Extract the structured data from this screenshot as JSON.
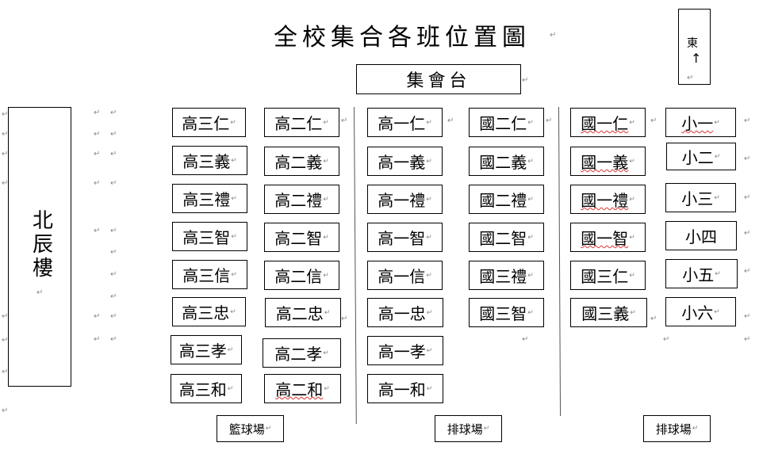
{
  "title": "全校集合各班位置圖",
  "compass": {
    "label": "東",
    "arrow": "↑"
  },
  "stage": "集會台",
  "building": [
    "北",
    "辰",
    "樓"
  ],
  "classes": {
    "gao3": [
      "高三仁",
      "高三義",
      "高三禮",
      "高三智",
      "高三信",
      "高三忠",
      "高三孝",
      "高三和"
    ],
    "gao2": [
      "高二仁",
      "高二義",
      "高二禮",
      "高二智",
      "高二信",
      "高二忠",
      "高二孝",
      "高二和"
    ],
    "gao1": [
      "高一仁",
      "高一義",
      "高一禮",
      "高一智",
      "高一信",
      "高一忠",
      "高一孝",
      "高一和"
    ],
    "guo2": [
      "國二仁",
      "國二義",
      "國二禮",
      "國二智",
      "國三禮",
      "國三智"
    ],
    "guo1": [
      "國一仁",
      "國一義",
      "國一禮",
      "國一智",
      "國三仁",
      "國三義"
    ],
    "xiao": [
      "小一",
      "小二",
      "小三",
      "小四",
      "小五",
      "小六"
    ]
  },
  "courts": [
    "籃球場",
    "排球場",
    "排球場"
  ],
  "return_mark": "↵",
  "colors": {
    "border": "#000000",
    "format_mark": "#888888",
    "spellcheck": "#dd3333"
  }
}
